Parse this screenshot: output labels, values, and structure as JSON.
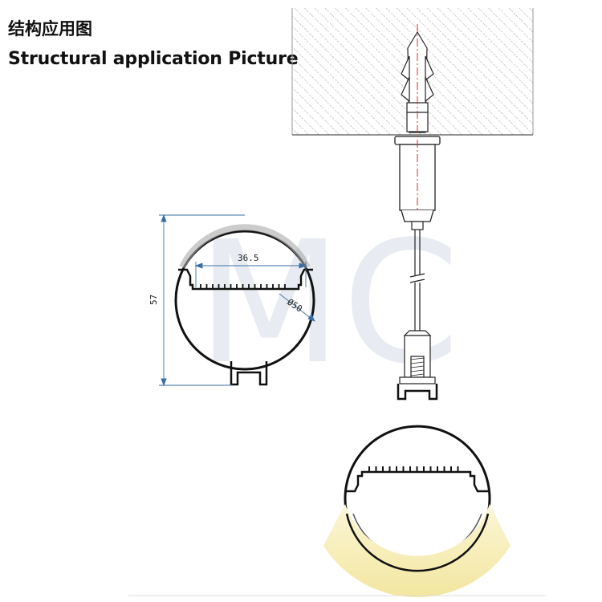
{
  "header": {
    "title_cn": "结构应用图",
    "title_en": "Structural application Picture"
  },
  "drawing": {
    "watermark": "MC",
    "dimensions": {
      "inner_width": "36.5",
      "height": "57",
      "diameter": "Ø50"
    }
  },
  "colors": {
    "line": "#111111",
    "dimension": "#3a6ea5",
    "centerline": "#d03030",
    "light": "#f6eebc",
    "ceiling_hatch": "#777777",
    "watermark": "#cfd8e3"
  }
}
